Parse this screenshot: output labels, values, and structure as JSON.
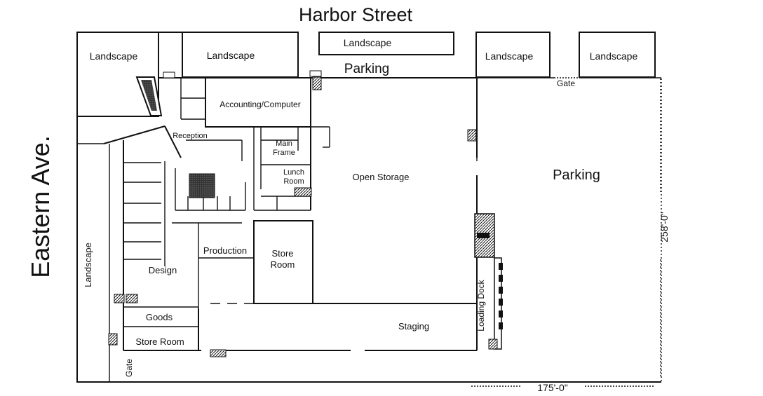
{
  "streets": {
    "north": "Harbor Street",
    "west": "Eastern Ave."
  },
  "areas": {
    "landscape_1": "Landscape",
    "landscape_2": "Landscape",
    "landscape_3": "Landscape",
    "landscape_4": "Landscape",
    "landscape_5": "Landscape",
    "landscape_west": "Landscape",
    "parking_north": "Parking",
    "parking_east": "Parking",
    "gate_north": "Gate",
    "gate_south": "Gate"
  },
  "rooms": {
    "accounting": "Accounting/Computer",
    "reception": "Reception",
    "main_frame_1": "Main",
    "main_frame_2": "Frame",
    "lunch_room_1": "Lunch",
    "lunch_room_2": "Room",
    "open_storage": "Open Storage",
    "production": "Production",
    "store_room_1": "Store",
    "store_room_2": "Room",
    "design": "Design",
    "goods": "Goods",
    "store_room_small": "Store Room",
    "staging": "Staging",
    "loading_dock": "Loading Dock"
  },
  "dimensions": {
    "width": "175'-0\"",
    "depth": "258'-0\""
  }
}
